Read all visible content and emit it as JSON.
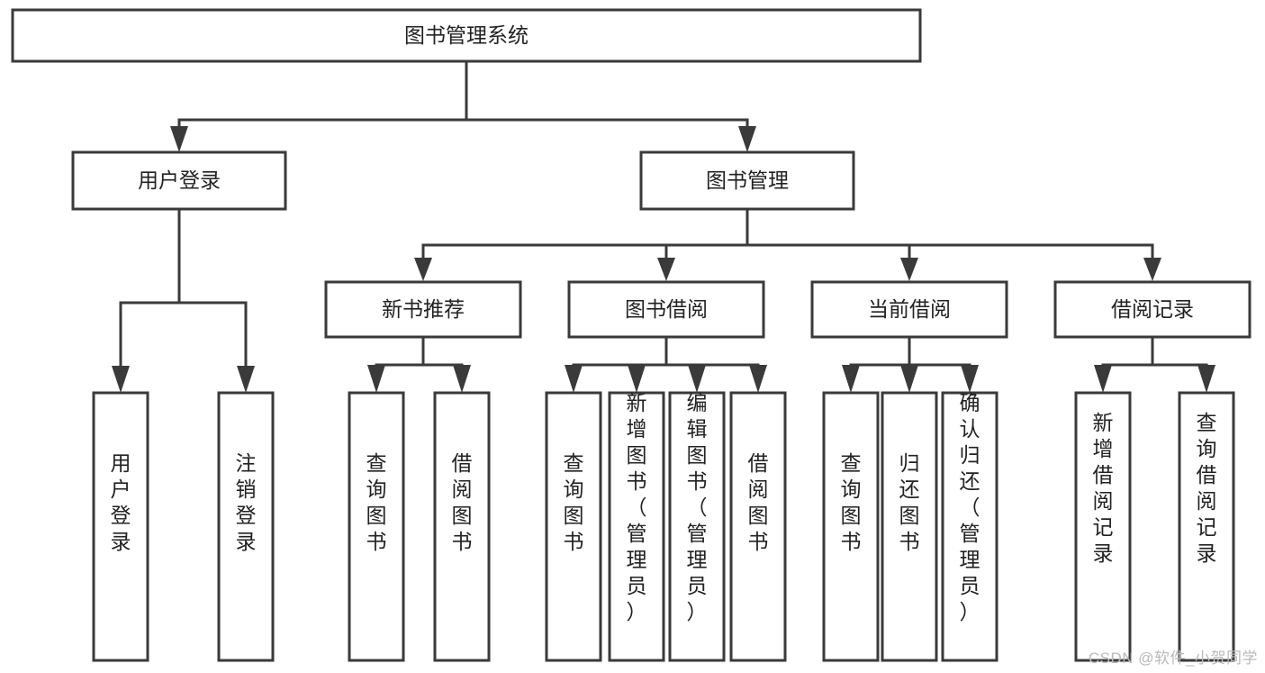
{
  "diagram": {
    "type": "tree-hierarchy-chart",
    "orientation": "top-down",
    "root": {
      "label": "图书管理系统"
    },
    "level2": [
      {
        "id": "user-login",
        "label": "用户登录"
      },
      {
        "id": "book-management",
        "label": "图书管理"
      }
    ],
    "level3": [
      {
        "id": "new-book-recommend",
        "label": "新书推荐",
        "parent": "book-management"
      },
      {
        "id": "book-borrow",
        "label": "图书借阅",
        "parent": "book-management"
      },
      {
        "id": "current-borrow",
        "label": "当前借阅",
        "parent": "book-management"
      },
      {
        "id": "borrow-record",
        "label": "借阅记录",
        "parent": "book-management"
      }
    ],
    "leaves": {
      "user-login": [
        {
          "id": "leaf-user-login",
          "label": "用户登录"
        },
        {
          "id": "leaf-logout-login",
          "label": "注销登录"
        }
      ],
      "new-book-recommend": [
        {
          "id": "leaf-query-book-1",
          "label": "查询图书"
        },
        {
          "id": "leaf-borrow-book-1",
          "label": "借阅图书"
        }
      ],
      "book-borrow": [
        {
          "id": "leaf-query-book-2",
          "label": "查询图书"
        },
        {
          "id": "leaf-add-book",
          "label": "新增图书（管理员）"
        },
        {
          "id": "leaf-edit-book",
          "label": "编辑图书（管理员）"
        },
        {
          "id": "leaf-borrow-book-2",
          "label": "借阅图书"
        }
      ],
      "current-borrow": [
        {
          "id": "leaf-query-book-3",
          "label": "查询图书"
        },
        {
          "id": "leaf-return-book",
          "label": "归还图书"
        },
        {
          "id": "leaf-confirm-return",
          "label": "确认归还（管理员）"
        }
      ],
      "borrow-record": [
        {
          "id": "leaf-add-record",
          "label": "新增借阅记录"
        },
        {
          "id": "leaf-query-record",
          "label": "查询借阅记录"
        }
      ]
    }
  },
  "watermark": {
    "text": "CSDN @软件_小贺同学"
  },
  "colors": {
    "box_stroke": "#3a3a3a",
    "box_fill": "#ffffff",
    "text": "#222222",
    "watermark": "#b9b9b9",
    "background": "#ffffff"
  }
}
